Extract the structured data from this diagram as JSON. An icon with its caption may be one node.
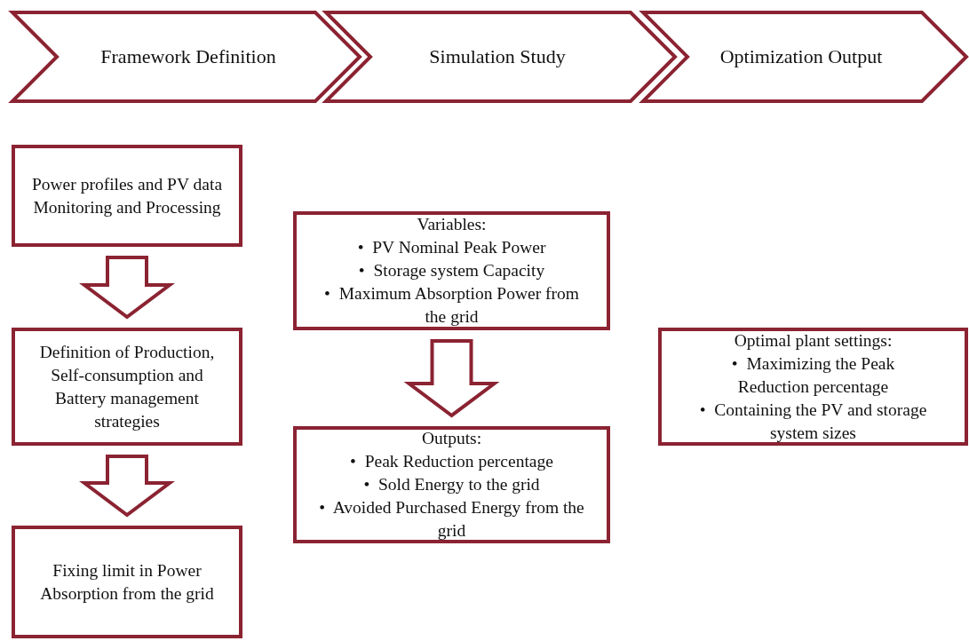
{
  "diagram": {
    "nodes": [
      {
        "text": [
          "Framework Definition"
        ]
      },
      {
        "text": [
          "Simulation Study"
        ]
      },
      {
        "text": [
          "Optimization Output"
        ]
      },
      {
        "text": [
          "Power profiles and PV data Monitoring and Processing"
        ]
      },
      {
        "text": [
          "Definition of Production, Self-consumption and Battery management strategies"
        ]
      },
      {
        "text": [
          "Fixing limit in Power Absorption from the grid"
        ]
      },
      {
        "text": [
          "Variables:",
          "•  PV Nominal Peak Power",
          "•  Storage system Capacity",
          "•  Maximum Absorption Power from the grid"
        ]
      },
      {
        "text": [
          "Outputs:",
          "•  Peak Reduction percentage",
          "•  Sold Energy to the grid",
          "•  Avoided Purchased Energy from the grid"
        ]
      },
      {
        "text": [
          "Optimal plant settings:",
          "•  Maximizing the Peak Reduction percentage",
          "•  Containing the PV and storage system sizes"
        ]
      }
    ],
    "edges": [
      {
        "from": 3,
        "to": 4,
        "arrow": "to"
      },
      {
        "from": 4,
        "to": 5,
        "arrow": "to"
      },
      {
        "from": 6,
        "to": 7,
        "arrow": "to"
      }
    ]
  }
}
